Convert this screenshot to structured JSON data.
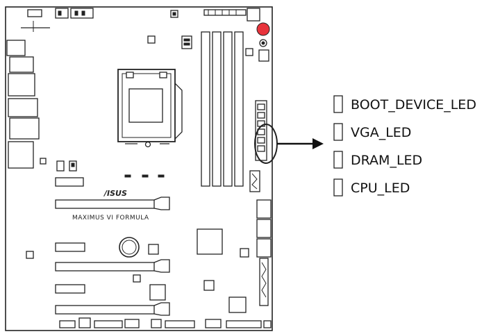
{
  "board": {
    "brand": "/ISUS",
    "model": "MAXIMUS VI FORMULA"
  },
  "callout": {
    "leds": [
      {
        "label": "BOOT_DEVICE_LED"
      },
      {
        "label": "VGA_LED"
      },
      {
        "label": "DRAM_LED"
      },
      {
        "label": "CPU_LED"
      }
    ]
  },
  "colors": {
    "outline": "#222222",
    "highlight": "#e8343c"
  }
}
